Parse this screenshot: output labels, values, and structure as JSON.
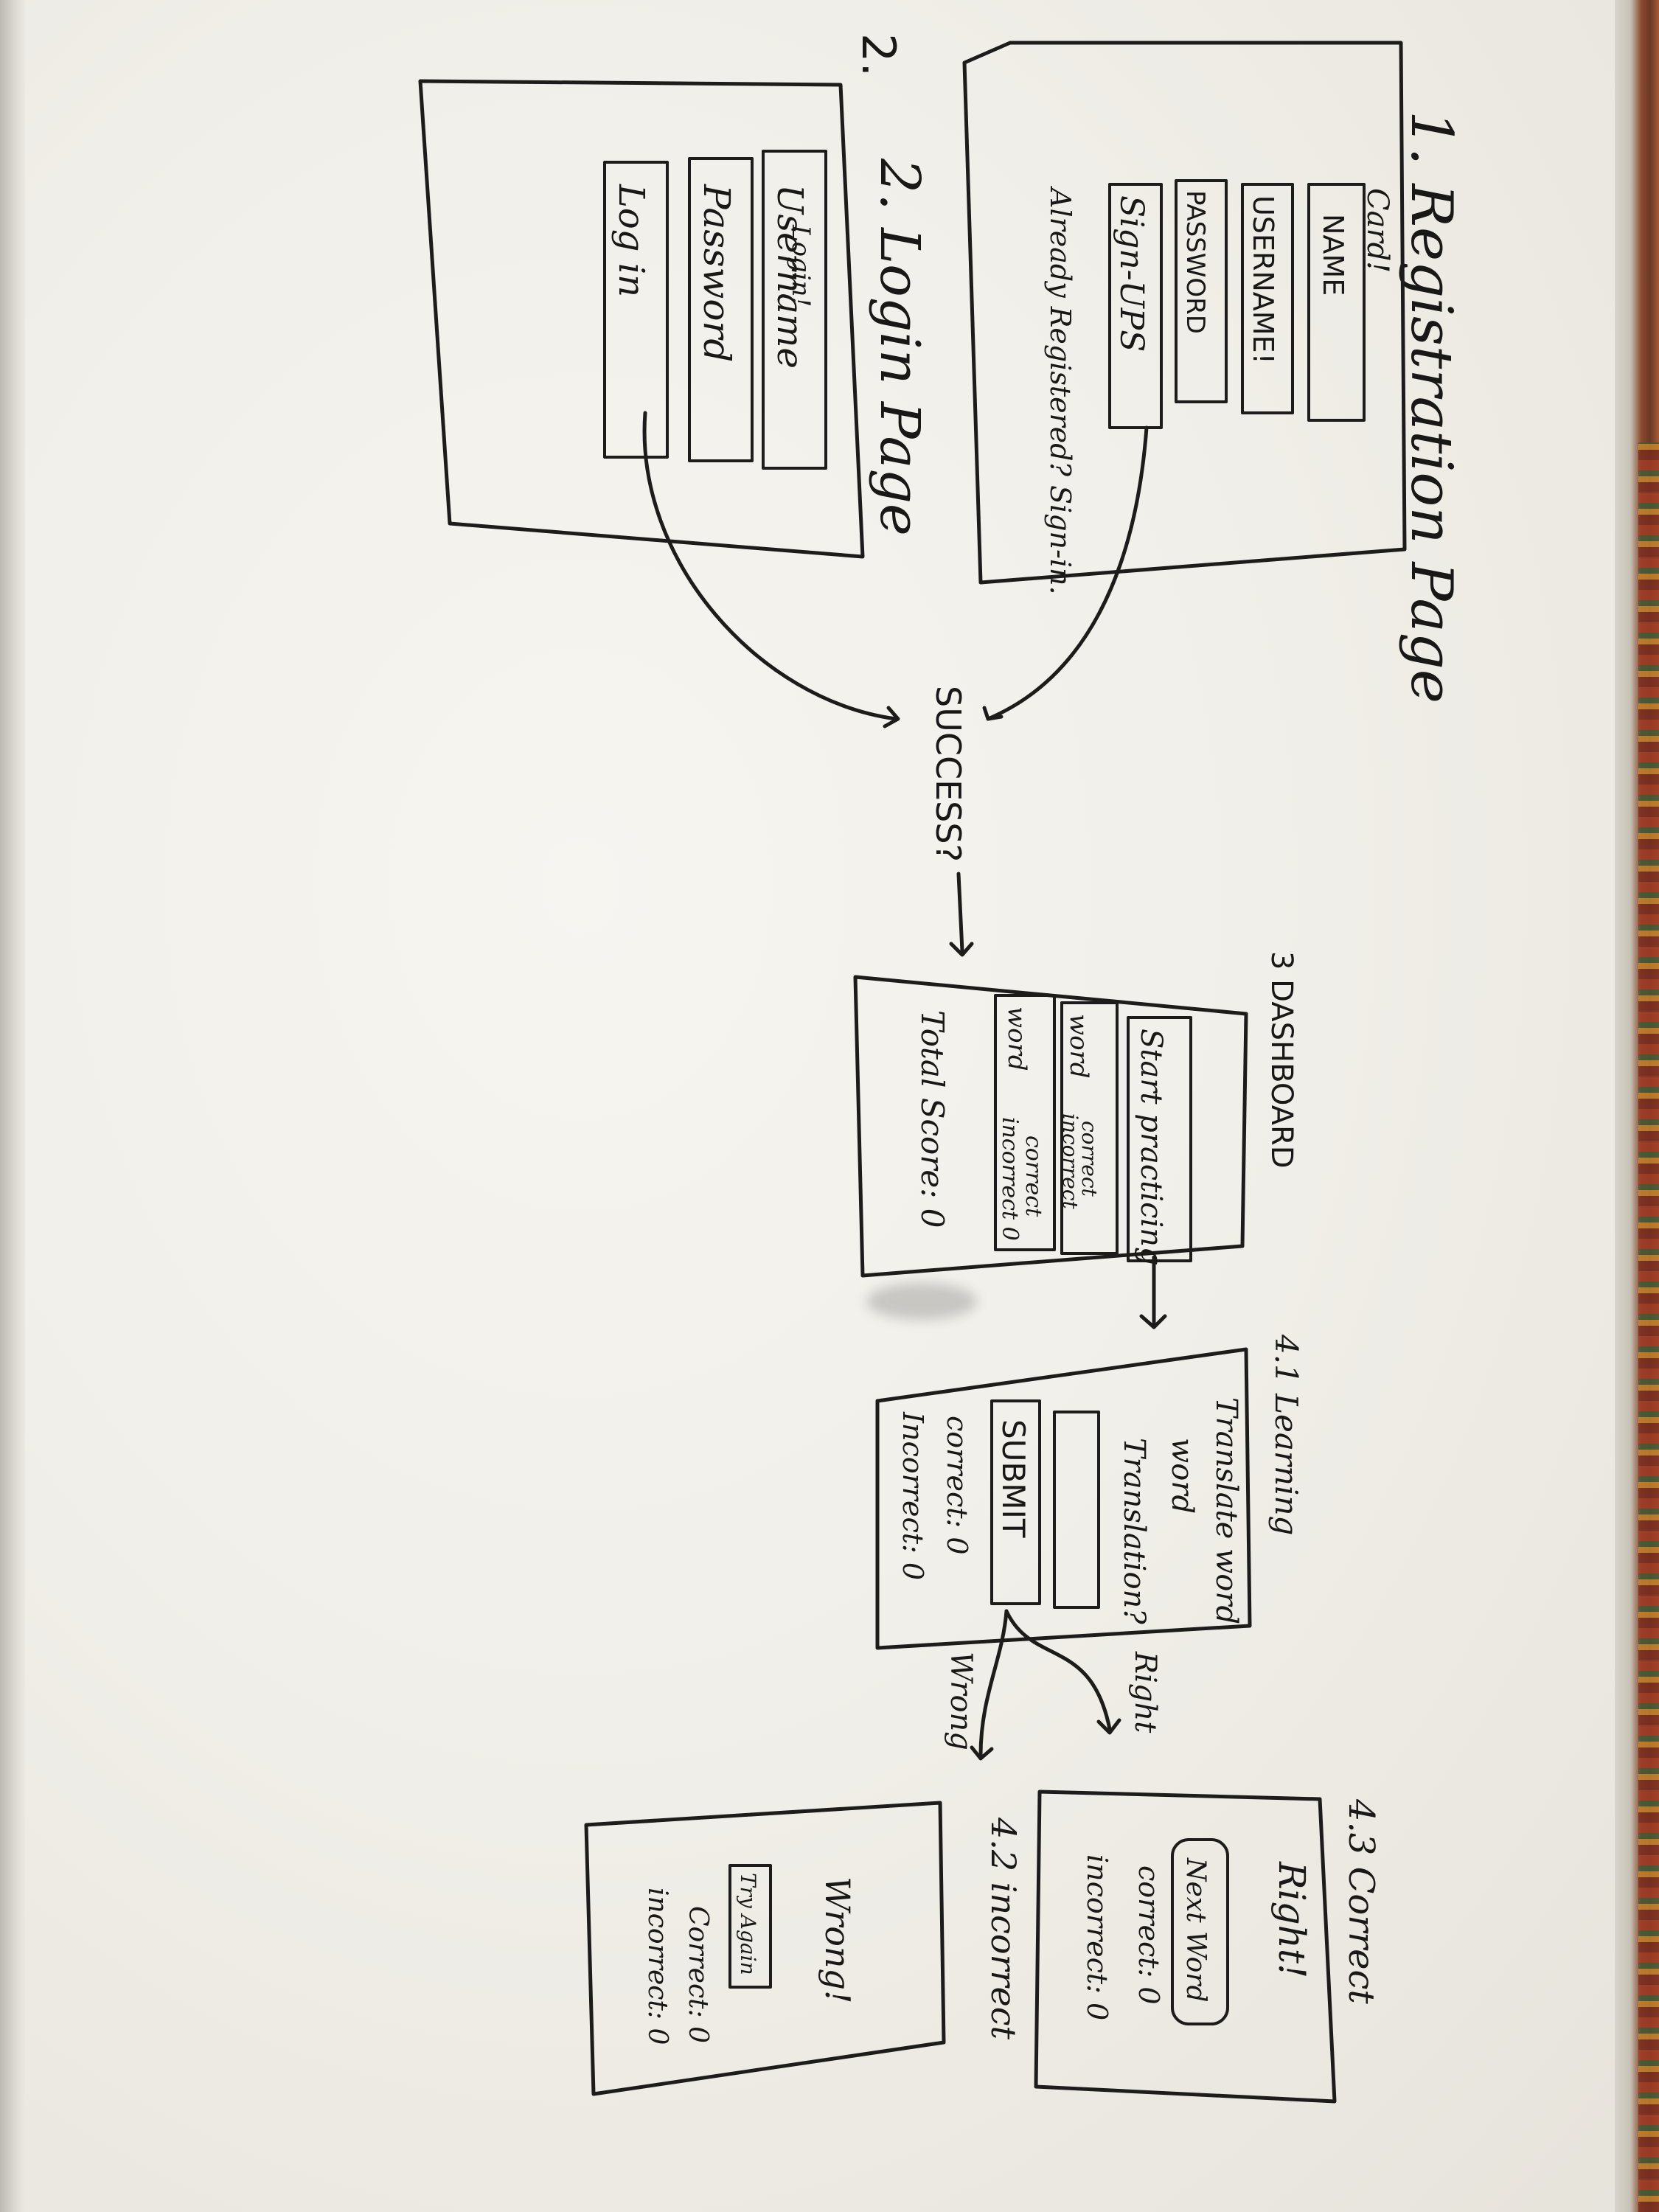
{
  "colors": {
    "board": "#f4f2ec",
    "ink": "#1e1c1a"
  },
  "registration": {
    "heading": "1. Registration Page",
    "card_title": "Card!",
    "name_field": "NAME",
    "username_field": "USERNAME!",
    "password_field": "PASSWORD",
    "signup_button": "Sign-UPS",
    "signin_prompt": "Already Registered? Sign-in."
  },
  "login": {
    "heading": "2. Login Page",
    "card_title": "Login!",
    "username_field": "Username",
    "password_field": "Password",
    "login_button": "Log in"
  },
  "flow": {
    "success_label": "SUCCESS?"
  },
  "dashboard": {
    "heading": "3 DASHBOARD",
    "start_button": "Start practicing",
    "word_row_1": {
      "word": "word",
      "correct": "correct",
      "incorrect": "incorrect"
    },
    "word_row_2": {
      "word": "word",
      "correct": "correct",
      "incorrect": "incorrect 0"
    },
    "total_score": "Total Score: 0"
  },
  "learning": {
    "heading": "4.1 Learning",
    "prompt": "Translate word",
    "word": "word",
    "question": "Translation?",
    "submit_button": "SUBMIT",
    "correct_count": "correct: 0",
    "incorrect_count": "Incorrect: 0",
    "right_label": "Right",
    "wrong_label": "Wrong"
  },
  "correct_page": {
    "heading": "4.3 Correct",
    "title": "Right!",
    "button": "Next Word",
    "correct_count": "correct: 0",
    "incorrect_count": "incorrect: 0"
  },
  "incorrect_page": {
    "heading": "4.2 incorrect",
    "title": "Wrong!",
    "button": "Try Again",
    "correct_count": "Correct: 0",
    "incorrect_count": "incorrect: 0"
  }
}
